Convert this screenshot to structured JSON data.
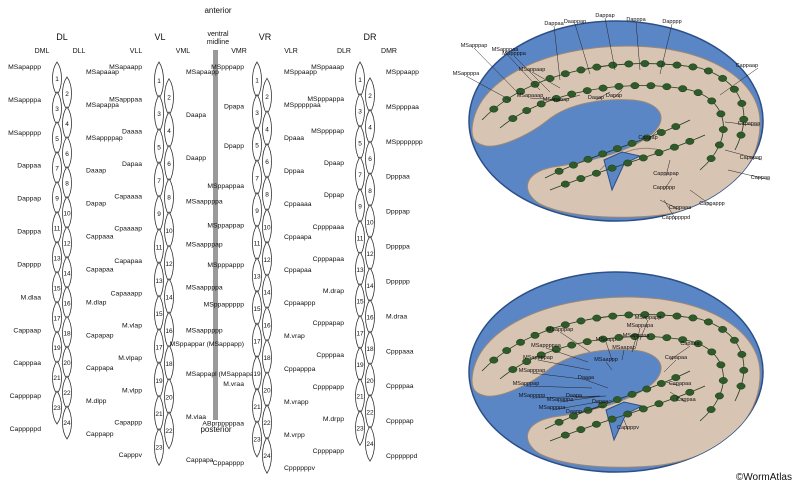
{
  "figure": {
    "top_label": "anterior",
    "bottom_label": "posterior",
    "midline_label": [
      "ventral",
      "midline"
    ],
    "credit": "©WormAtlas",
    "colors": {
      "cell_fill": "#ffffff",
      "outline": "#333333",
      "embryo_blue": "#5b86c6",
      "embryo_body": "#d8c4b2",
      "nucleus": "#2f5a2a",
      "muscle_line": "#1f3d1c"
    }
  },
  "quadrants": [
    {
      "key": "DL",
      "title": "DL",
      "rows": [
        "DML",
        "DLL"
      ],
      "cells": [
        "1",
        "2",
        "3",
        "4",
        "5",
        "6",
        "7",
        "8",
        "9",
        "10",
        "11",
        "12",
        "13",
        "14",
        "15",
        "16",
        "17",
        "18",
        "19",
        "20",
        "21",
        "22",
        "23",
        "24"
      ],
      "left_labels": [
        "MSapappp",
        "MSappppa",
        "MSappppp",
        "Dappaa",
        "Dappap",
        "Dapppa",
        "Dapppp",
        "M.dlaa",
        "Cappaap",
        "Capppaa",
        "Cappppap",
        "Capppppd"
      ],
      "right_labels": [
        "MSapaaap",
        "MSapappa",
        "MSappppap",
        "Daaap",
        "Dapap",
        "Cappaaa",
        "Capapaa",
        "M.dlap",
        "Capapap",
        "Cappapa",
        "M.dlpp",
        "Cappapp"
      ]
    },
    {
      "key": "VL",
      "title": "VL",
      "rows": [
        "VLL",
        "VML"
      ],
      "cells": [
        "1",
        "2",
        "3",
        "4",
        "5",
        "6",
        "7",
        "8",
        "9",
        "10",
        "11",
        "12",
        "13",
        "14",
        "15",
        "16",
        "17",
        "18",
        "19",
        "20",
        "21",
        "22",
        "23"
      ],
      "left_labels": [
        "MSapaapp",
        "MSapppaa",
        "Daaaa",
        "Dapaa",
        "Capaaaa",
        "Cpaaaap",
        "Capapaa",
        "Capaaapp",
        "M.vlap",
        "M.vlpap",
        "M.vlpp",
        "Capappp",
        "Capppv"
      ],
      "right_labels": [
        "MSapaapp",
        "Daapa",
        "Daapp",
        "MSaappppa",
        "MSaapppap",
        "MSaappppa",
        "MSaappppp",
        "MSappapl (MSappapa)",
        "M.vlaa",
        "Cappapa"
      ]
    },
    {
      "key": "VR",
      "title": "VR",
      "rows": [
        "VMR",
        "VLR"
      ],
      "cells": [
        "1",
        "2",
        "3",
        "4",
        "5",
        "6",
        "7",
        "8",
        "9",
        "10",
        "11",
        "12",
        "13",
        "14",
        "15",
        "16",
        "17",
        "18",
        "19",
        "20",
        "21",
        "22",
        "23",
        "24"
      ],
      "left_labels": [
        "MSpppapp",
        "Dpapa",
        "Dpapp",
        "MSppappaa",
        "MSppappap",
        "MSpppappp",
        "MSppappppp",
        "MSppappar (MSappapp)",
        "M.vraa",
        "ABprpppppaa",
        "Cppapppp"
      ],
      "right_labels": [
        "MSppaapp",
        "MSpppppaa",
        "Dpaaa",
        "Dppaa",
        "Cppaaaa",
        "Cppaapa",
        "Cppapaa",
        "Cppaappp",
        "M.vrap",
        "Cppapppa",
        "M.vrapp",
        "M.vrpp",
        "Cppppppv"
      ]
    },
    {
      "key": "DR",
      "title": "DR",
      "rows": [
        "DLR",
        "DMR"
      ],
      "cells": [
        "1",
        "2",
        "3",
        "4",
        "5",
        "6",
        "7",
        "8",
        "9",
        "10",
        "11",
        "12",
        "13",
        "14",
        "15",
        "16",
        "17",
        "18",
        "19",
        "20",
        "21",
        "22",
        "23",
        "24"
      ],
      "left_labels": [
        "MSppaaap",
        "MSpppappa",
        "MSppppap",
        "Dpaap",
        "Dppap",
        "Cppppaaa",
        "Cpppapaa",
        "M.drap",
        "Cpppapap",
        "Cppppaa",
        "Cppppapp",
        "M.drpp",
        "Cppppapp"
      ],
      "right_labels": [
        "MSppaapp",
        "MSppppaa",
        "MSppppppp",
        "Dpppaa",
        "Dpppap",
        "Dppppa",
        "Dppppp",
        "M.draa",
        "Cpppaaa",
        "Cppppaa",
        "Cppppap",
        "Cppppppd"
      ]
    }
  ],
  "embryo_top": {
    "labels": [
      "MSapppap",
      "MSappppa",
      "MSapppaa",
      "Dappaa",
      "Daappap",
      "Dappap",
      "Dapppa",
      "Dapppp",
      "Cappaap",
      "MSppppa",
      "MSappaap",
      "MSapaaap",
      "MSapaaap",
      "Daaap",
      "Dapap",
      "Capapaa",
      "Cappap",
      "Capapap",
      "Cappaa",
      "Cappapap",
      "Cappppp",
      "Cappappp",
      "Cappppppd",
      "Cappaaa"
    ]
  },
  "embryo_bottom": {
    "labels": [
      "MSapppap",
      "MSappppaa",
      "MSappppap",
      "MSapppap",
      "MSapppap",
      "MSappppp",
      "MSappapp",
      "MSappapa",
      "MSapppaa",
      "MSaapap",
      "MSaapp",
      "MSaappp",
      "MSappppa",
      "MSapappa",
      "Capaaa",
      "Capapaa",
      "Capapaa",
      "Cappaa",
      "Daaaa",
      "Daapa",
      "Daapp",
      "Dapaa",
      "Cappppv"
    ]
  }
}
